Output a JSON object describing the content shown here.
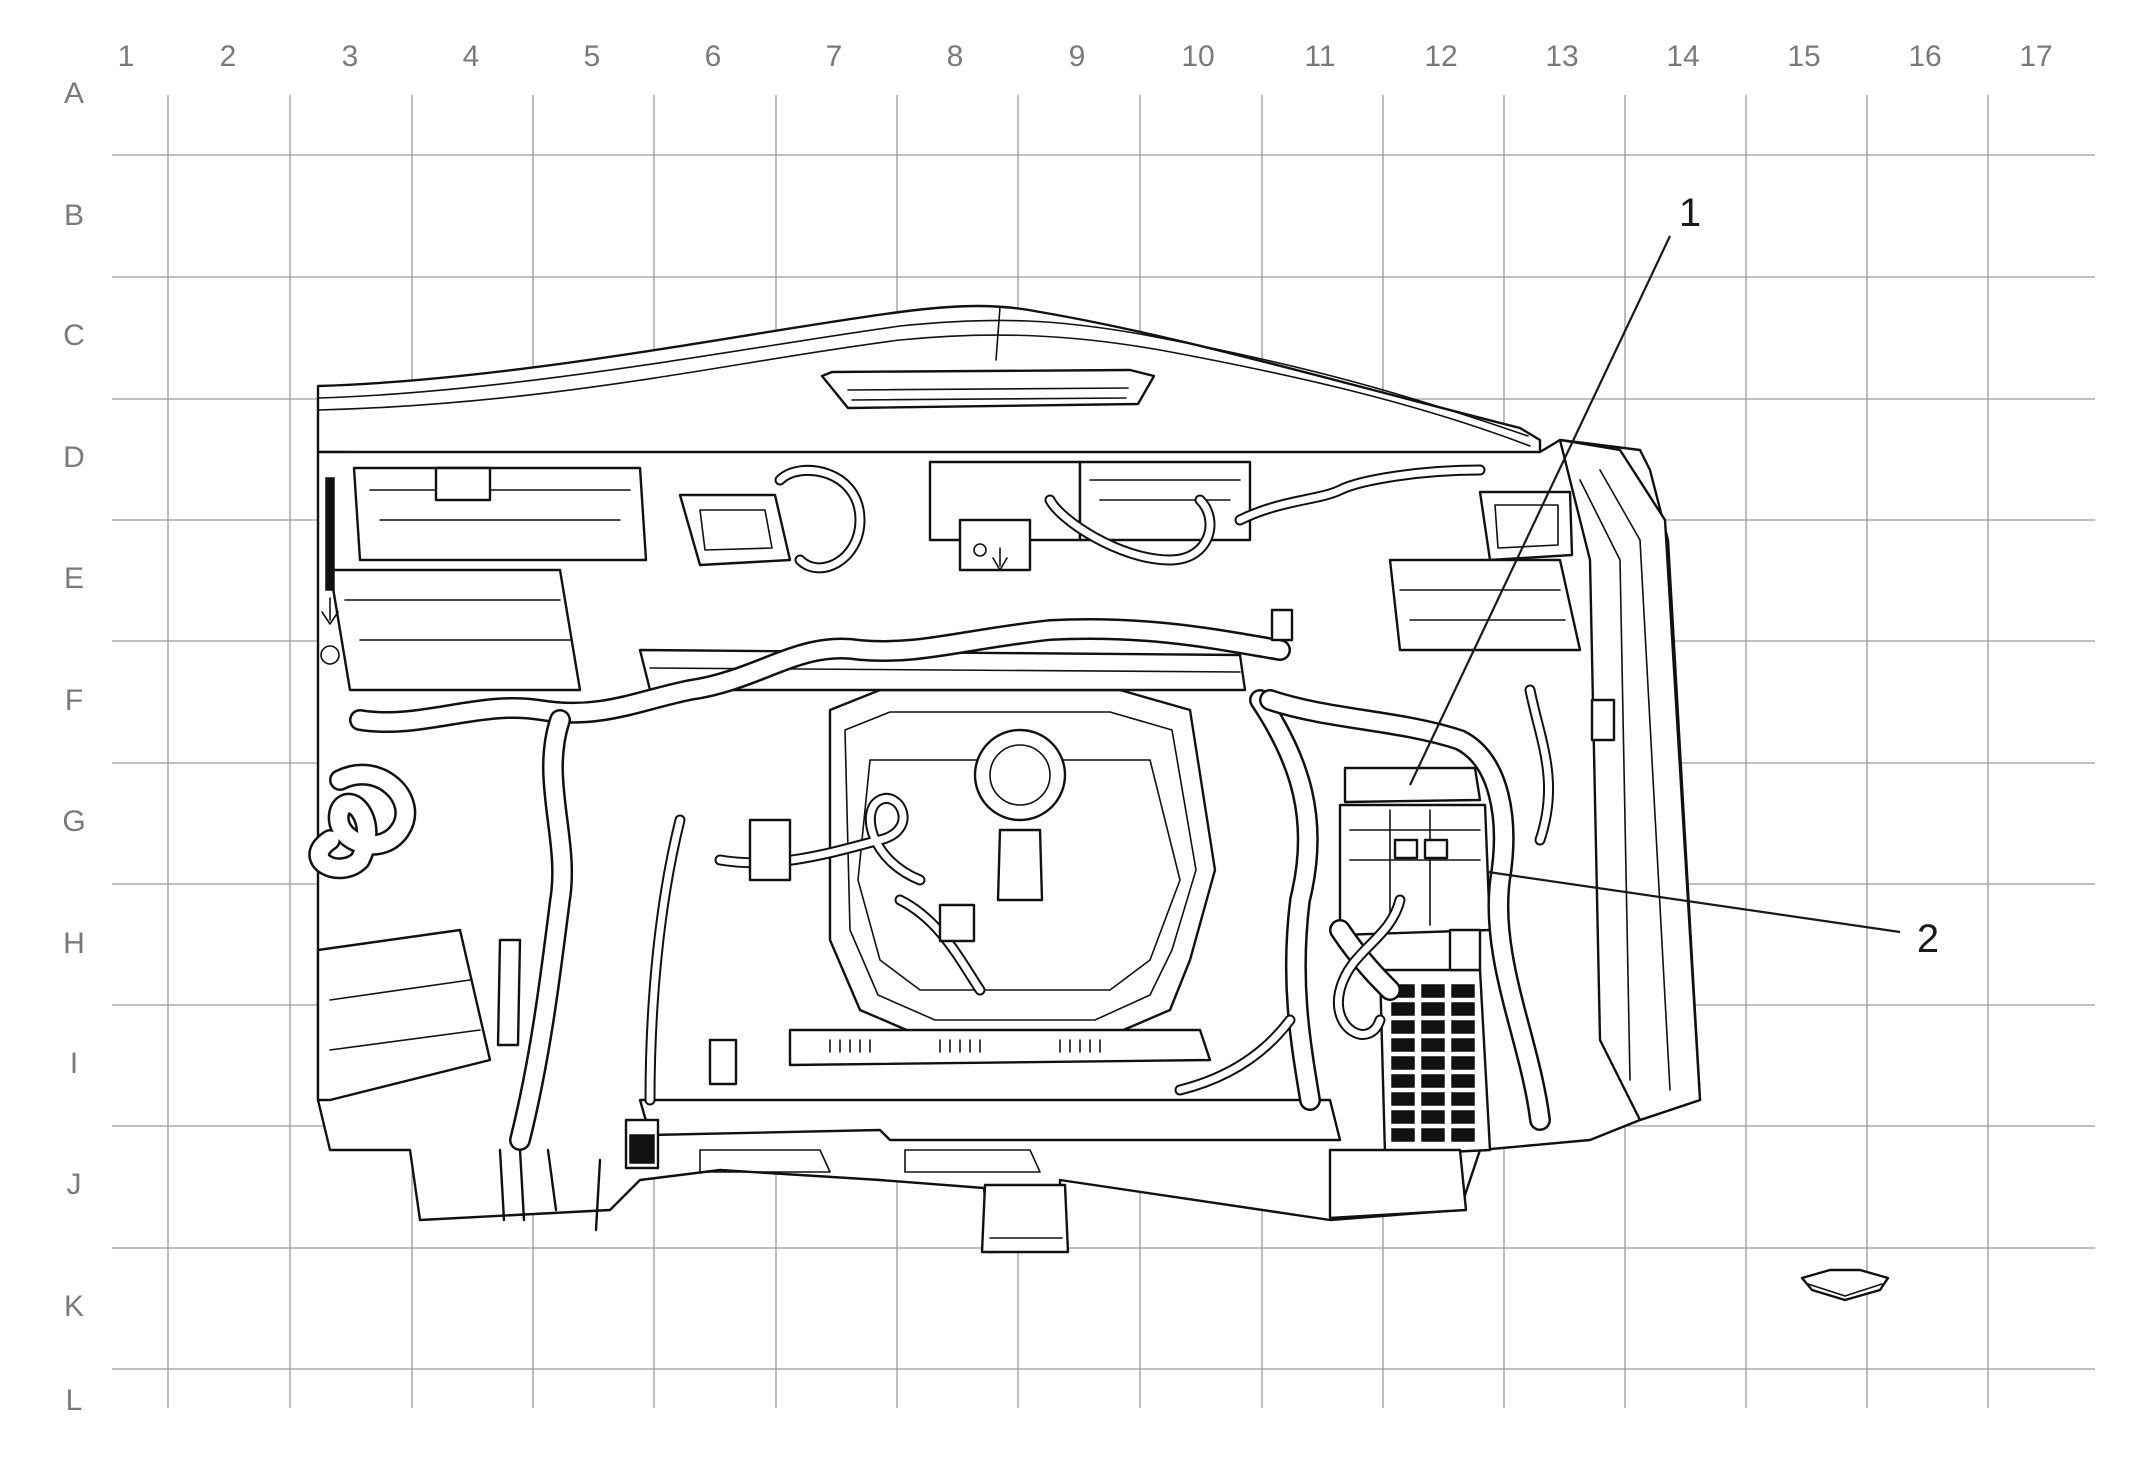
{
  "grid": {
    "columns": [
      "1",
      "2",
      "3",
      "4",
      "5",
      "6",
      "7",
      "8",
      "9",
      "10",
      "11",
      "12",
      "13",
      "14",
      "15",
      "16",
      "17"
    ],
    "rows": [
      "A",
      "B",
      "C",
      "D",
      "E",
      "F",
      "G",
      "H",
      "I",
      "J",
      "K",
      "L"
    ]
  },
  "callouts": [
    {
      "id": "1",
      "label": "1"
    },
    {
      "id": "2",
      "label": "2"
    }
  ],
  "orientation_icon": "front-direction-arrow-icon"
}
